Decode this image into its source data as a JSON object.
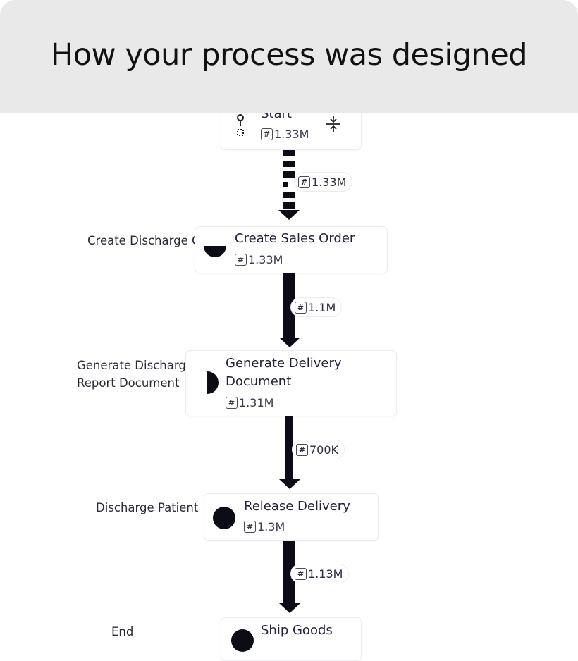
{
  "header": {
    "title": "How your process was designed"
  },
  "start_node": {
    "title": "Start",
    "count": "1.33M"
  },
  "edge_start": {
    "count": "1.33M"
  },
  "nodes": [
    {
      "title": "Create Sales Order",
      "count": "1.33M",
      "side_label": "Create Discharge Order"
    },
    {
      "title": "Generate Delivery Document",
      "count": "1.31M",
      "side_label": "Generate Discharge Report Document"
    },
    {
      "title": "Release Delivery",
      "count": "1.3M",
      "side_label": "Discharge Patient"
    },
    {
      "title": "Ship Goods",
      "count": "",
      "side_label": "End"
    }
  ],
  "edges": [
    {
      "count": "1.1M"
    },
    {
      "count": "700K"
    },
    {
      "count": "1.13M"
    }
  ],
  "colors": {
    "edge": "#0c0c16",
    "header_bg": "#e9e9e9",
    "node_border": "#ececef"
  },
  "icons": {
    "hash": "#",
    "expand": "expand-collapse-icon",
    "start": "start-node-icon"
  }
}
